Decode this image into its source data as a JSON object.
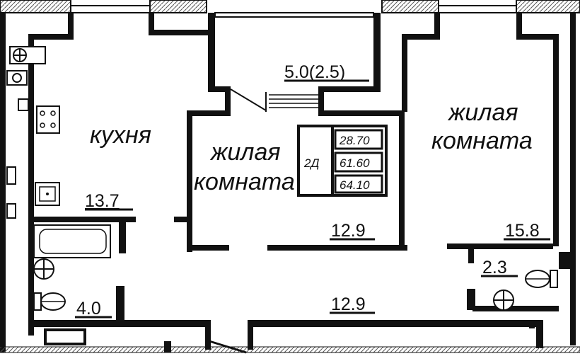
{
  "rooms": {
    "kitchen": {
      "name": "кухня",
      "area": "13.7"
    },
    "living_center": {
      "name_line1": "жилая",
      "name_line2": "комната",
      "area": "12.9"
    },
    "living_right": {
      "name_line1": "жилая",
      "name_line2": "комната",
      "area": "15.8"
    },
    "balcony": {
      "area": "5.0(2.5)"
    },
    "bathroom": {
      "area": "4.0"
    },
    "wc": {
      "area": "2.3"
    },
    "hallway": {
      "area": "12.9"
    }
  },
  "apartment_table": {
    "code": "2Д",
    "living_area": "28.70",
    "total_area": "61.60",
    "total_with_balcony": "64.10"
  },
  "colors": {
    "wall": "#111111",
    "background": "#ffffff"
  }
}
